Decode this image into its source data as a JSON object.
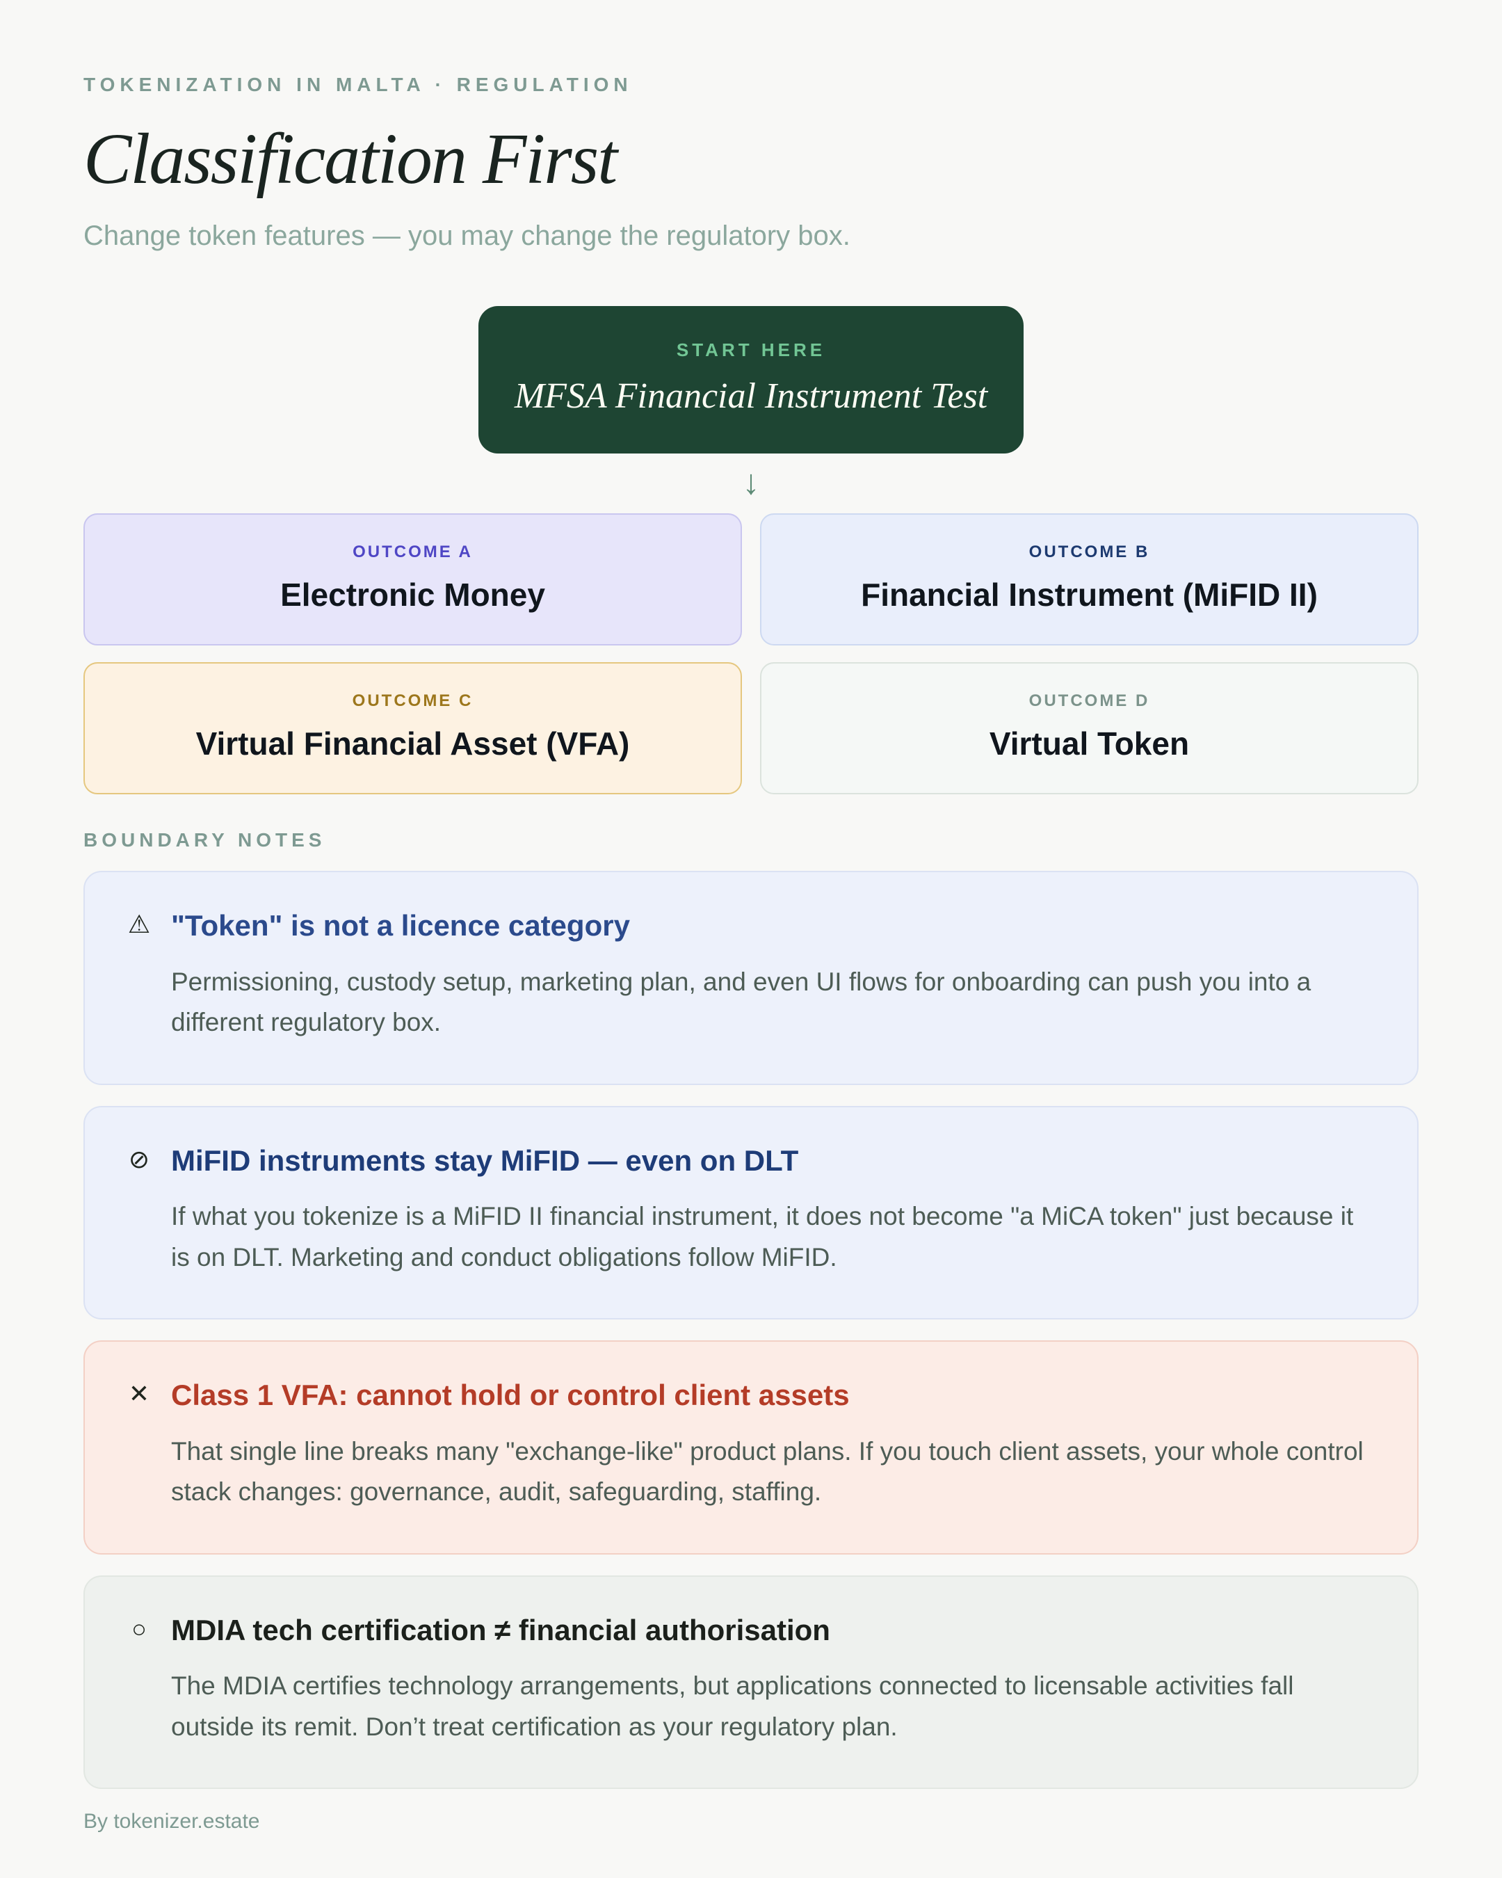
{
  "header": {
    "eyebrow": "TOKENIZATION IN MALTA · REGULATION",
    "title": "Classification First",
    "subtitle": "Change token features — you may change the regulatory box."
  },
  "flow": {
    "start": {
      "kicker": "START HERE",
      "title": "MFSA Financial Instrument Test"
    },
    "arrow_glyph": "↓",
    "outcomes": [
      {
        "label": "OUTCOME A",
        "title": "Electronic Money",
        "accent": "#4f46c5",
        "bg": "#e7e5fa",
        "border": "#c9c6ef"
      },
      {
        "label": "OUTCOME B",
        "title": "Financial Instrument (MiFID II)",
        "accent": "#1d3a70",
        "bg": "#e9eefb",
        "border": "#cdd9f1"
      },
      {
        "label": "OUTCOME C",
        "title": "Virtual Financial Asset (VFA)",
        "accent": "#9d771c",
        "bg": "#fdf2e2",
        "border": "#e5c77f"
      },
      {
        "label": "OUTCOME D",
        "title": "Virtual Token",
        "accent": "#7c938b",
        "bg": "#f5f8f6",
        "border": "#dbe3dd"
      }
    ]
  },
  "boundary": {
    "heading": "BOUNDARY NOTES",
    "notes": [
      {
        "icon": "⚠",
        "icon_name": "warning-icon",
        "title": "\"Token\" is not a licence category",
        "title_color": "#2b4a8c",
        "bg": "#edf1fb",
        "border": "#dbe2f3",
        "body": "Permissioning, custody setup, marketing plan, and even UI flows for onboarding can push you into a different regulatory box."
      },
      {
        "icon": "⊘",
        "icon_name": "prohibited-icon",
        "title": "MiFID instruments stay MiFID — even on DLT",
        "title_color": "#1e3c78",
        "bg": "#edf1fb",
        "border": "#dbe2f3",
        "body": "If what you tokenize is a MiFID II financial instrument, it does not become \"a MiCA token\" just because it is on DLT. Marketing and conduct obligations follow MiFID."
      },
      {
        "icon": "✕",
        "icon_name": "cross-icon",
        "title": "Class 1 VFA: cannot hold or control client assets",
        "title_color": "#b43c27",
        "bg": "#fcece6",
        "border": "#f3d0c5",
        "body": "That single line breaks many \"exchange-like\" product plans. If you touch client assets, your whole control stack changes: governance, audit, safeguarding, staffing."
      },
      {
        "icon": "○",
        "icon_name": "circle-icon",
        "title": "MDIA tech certification ≠ financial authorisation",
        "title_color": "#1b201b",
        "bg": "#eef1ee",
        "border": "#e2e7e2",
        "body": "The MDIA certifies technology arrangements, but applications connected to licensable activities fall outside its remit. Don’t treat certification as your regulatory plan."
      }
    ]
  },
  "footer": {
    "credit": "By tokenizer.estate"
  },
  "colors": {
    "page_bg": "#f8f8f6",
    "eyebrow": "#7e9a92",
    "title": "#1a2420",
    "subtitle": "#8ba79d",
    "start_bg": "#1e4533",
    "start_kicker": "#72c695",
    "start_title": "#fbfbf3",
    "arrow": "#5d8b76",
    "outcome_title": "#10161d",
    "note_body_text": "#4d5c55",
    "footer": "#7e9a92"
  }
}
